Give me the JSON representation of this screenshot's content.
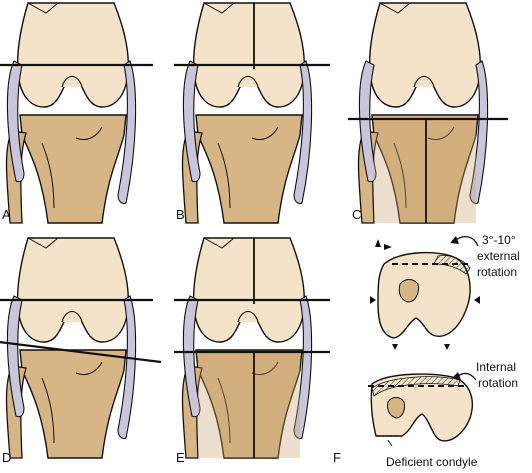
{
  "panels": [
    {
      "id": "A",
      "label": "A"
    },
    {
      "id": "B",
      "label": "B"
    },
    {
      "id": "C",
      "label": "C"
    },
    {
      "id": "D",
      "label": "D"
    },
    {
      "id": "E",
      "label": "E"
    },
    {
      "id": "F",
      "label": "F"
    }
  ],
  "annotations": {
    "external_line1": "3°-10°",
    "external_line2": "external",
    "external_line3": "rotation",
    "internal_line1": "Internal",
    "internal_line2": "rotation",
    "deficient": "Deficient condyle"
  },
  "colors": {
    "femur": "#f4e3c8",
    "tibia": "#d8b584",
    "tibia_cut": "#c9a46f",
    "ligament": "#c9c6dc",
    "outline": "#111111"
  }
}
